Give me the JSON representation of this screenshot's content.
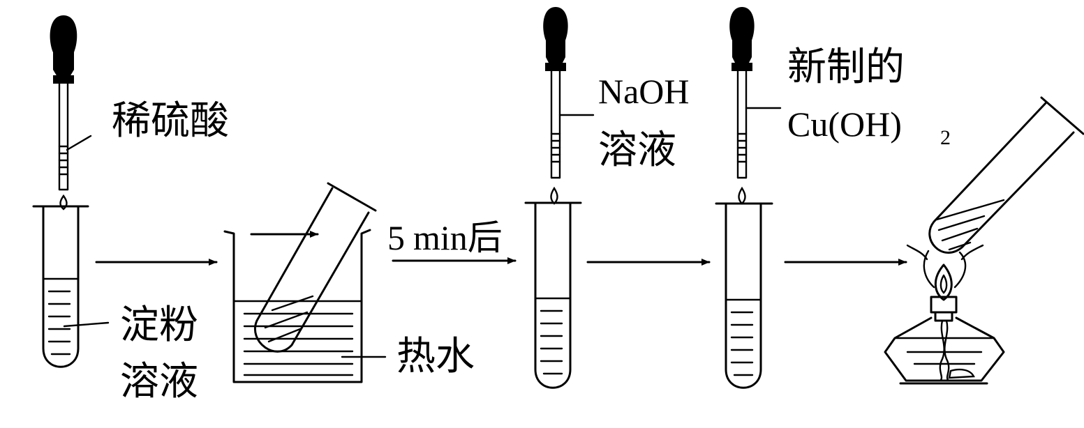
{
  "labels": {
    "dilute_acid": "稀硫酸",
    "starch_solution_1": "淀粉",
    "starch_solution_2": "溶液",
    "hot_water": "热水",
    "after_time_num": "5",
    "after_time_text": "min后",
    "naoh_line1": "NaOH",
    "naoh_line2": "溶液",
    "cuoh_line1": "新制的",
    "cuoh_line2": "Cu(OH)",
    "cuoh_subscript": "2"
  }
}
